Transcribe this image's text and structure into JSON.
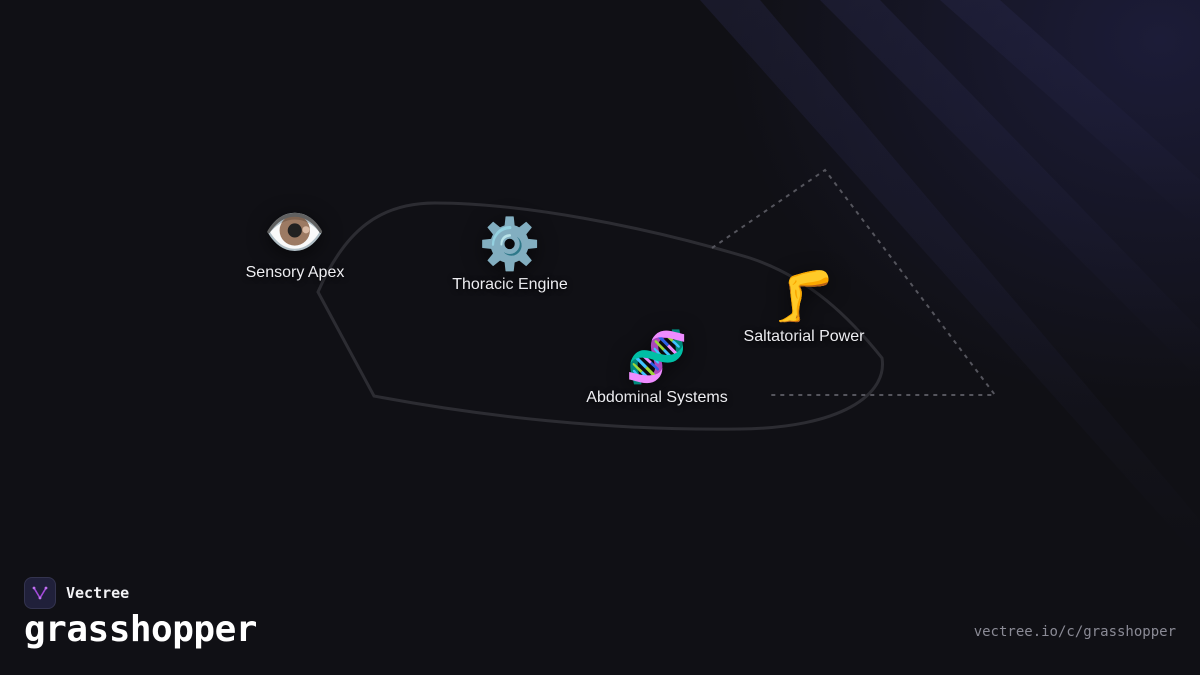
{
  "brand": {
    "name": "Vectree"
  },
  "title": "grasshopper",
  "url": "vectree.io/c/grasshopper",
  "nodes": [
    {
      "id": "sensory",
      "label": "Sensory Apex",
      "icon": "eye-icon",
      "glyph": "👁️"
    },
    {
      "id": "thoracic",
      "label": "Thoracic Engine",
      "icon": "gear-icon",
      "glyph": "⚙️"
    },
    {
      "id": "abdominal",
      "label": "Abdominal Systems",
      "icon": "dna-icon",
      "glyph": "🧬"
    },
    {
      "id": "saltatorial",
      "label": "Saltatorial Power",
      "icon": "leg-icon",
      "glyph": "🦵"
    }
  ],
  "colors": {
    "background": "#101015",
    "outline": "#2c2c32",
    "dashed": "#55555d",
    "logo_accent": "#a24ad9"
  }
}
